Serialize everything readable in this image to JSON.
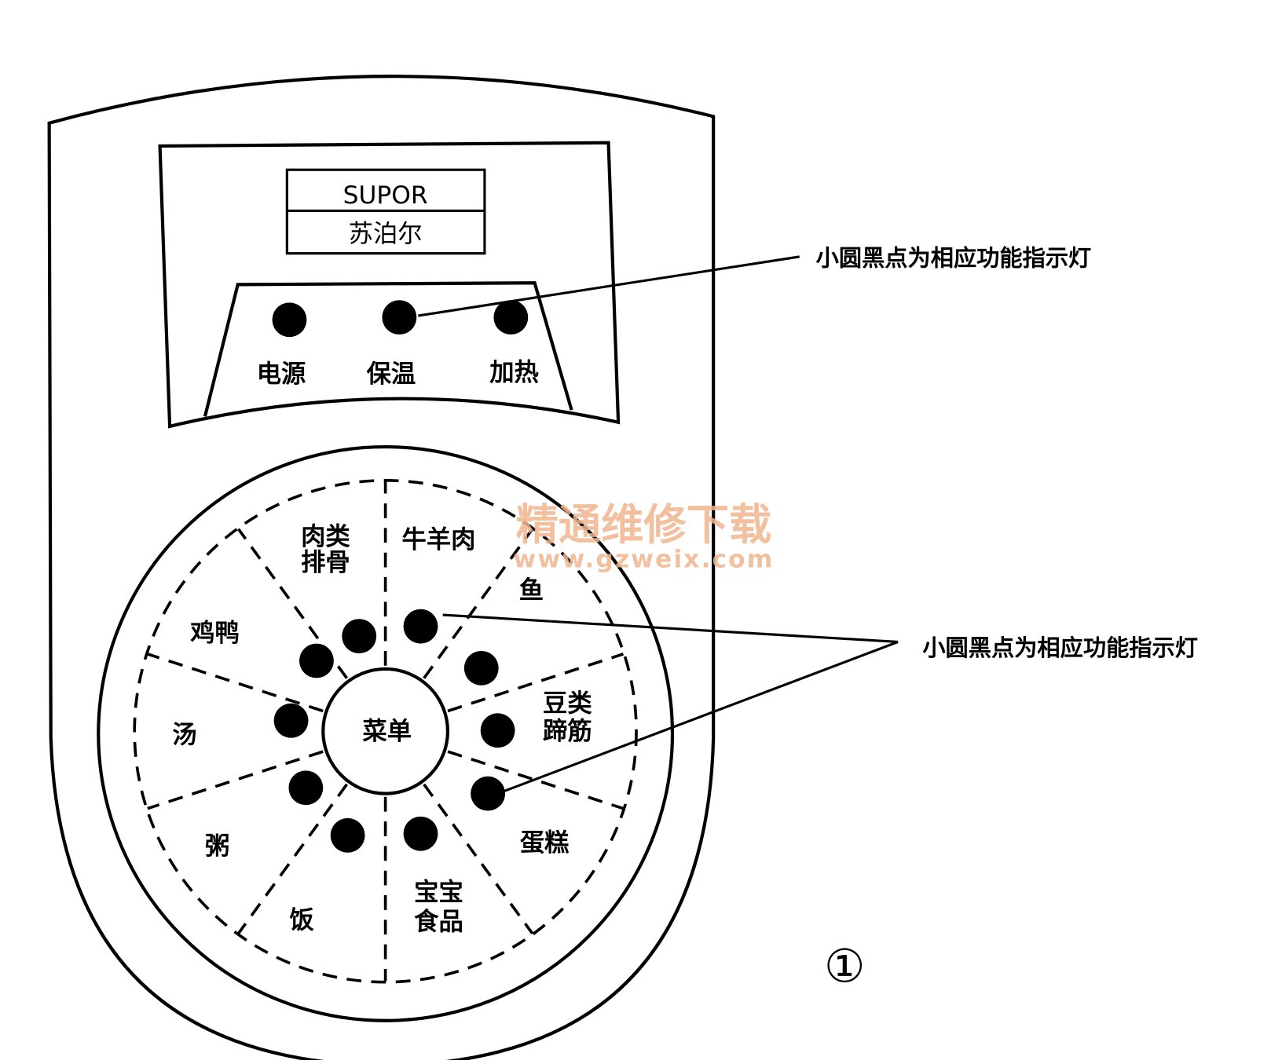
{
  "brand": {
    "name_en": "SUPOR",
    "name_cn": "苏泊尔"
  },
  "indicators": [
    {
      "id": "power",
      "label": "电源"
    },
    {
      "id": "keep-warm",
      "label": "保温"
    },
    {
      "id": "heating",
      "label": "加热"
    }
  ],
  "menu": {
    "center_label": "菜单",
    "segments": [
      {
        "line1": "牛羊肉",
        "line2": ""
      },
      {
        "line1": "鱼",
        "line2": ""
      },
      {
        "line1": "豆类",
        "line2": "蹄筋"
      },
      {
        "line1": "蛋糕",
        "line2": ""
      },
      {
        "line1": "宝宝",
        "line2": "食品"
      },
      {
        "line1": "饭",
        "line2": ""
      },
      {
        "line1": "粥",
        "line2": ""
      },
      {
        "line1": "汤",
        "line2": ""
      },
      {
        "line1": "鸡鸭",
        "line2": ""
      },
      {
        "line1": "肉类",
        "line2": "排骨"
      }
    ]
  },
  "annotations": {
    "top_note": "小圆黑点为相应功能指示灯",
    "right_note": "小圆黑点为相应功能指示灯",
    "figure_number": "①"
  },
  "watermark": {
    "title": "精通维修下载",
    "url": "www.gzweix.com"
  }
}
